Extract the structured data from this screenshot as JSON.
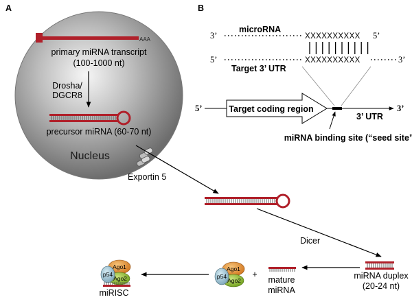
{
  "panel_a": {
    "label": "A",
    "nucleus_label": "Nucleus",
    "primary_transcript_label": "primary miRNA transcript",
    "primary_transcript_size": "(100-1000 nt)",
    "poly_a": "AAA",
    "enzyme_line1": "Drosha/",
    "enzyme_line2": "DGCR8",
    "precursor_label": "precursor miRNA (60-70 nt)",
    "exportin_label": "Exportin 5",
    "dicer_label": "Dicer",
    "duplex_label_line1": "miRNA duplex",
    "duplex_label_line2": "(20-24 nt)",
    "plus": "+",
    "mature_label_line1": "mature",
    "mature_label_line2": "miRNA",
    "risc_label": "miRISC",
    "protein_ago1": "Ago1",
    "protein_ago2": "Ago2",
    "protein_p54": "p54"
  },
  "panel_b": {
    "label": "B",
    "prime3_left": "3’",
    "microrna_label": "microRNA",
    "microrna_seq": "XXXXXXXXXX",
    "prime5_right": "5’",
    "prime5_left": "5’",
    "target_label": "Target  3’ UTR",
    "target_seq": "XXXXXXXXXX",
    "prime3_right": "3’",
    "gene_prime5": "5’",
    "coding_label": "Target coding region",
    "utr_label": "3’ UTR",
    "gene_prime3": "3’",
    "seed_label": "miRNA binding site (“seed site”)"
  },
  "colors": {
    "rna_red": "#b0202a",
    "nucleus_gray": "#9a9a9a",
    "ago1_orange": "#e0882a",
    "ago2_green": "#8cbf2e",
    "p54_blue": "#8fb7c9"
  }
}
